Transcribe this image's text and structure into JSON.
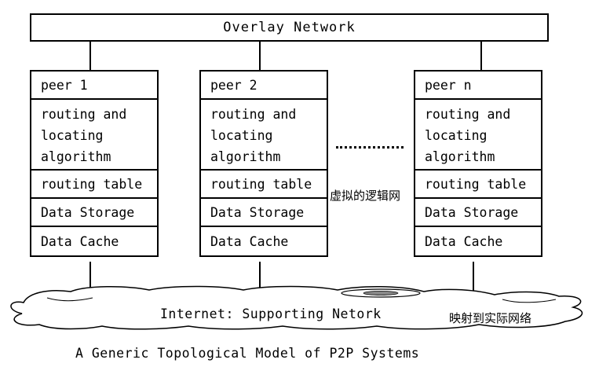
{
  "overlay": {
    "label": "Overlay Network"
  },
  "peers": [
    {
      "title": "peer 1",
      "algo": "routing and locating algorithm",
      "routing_table": "routing table",
      "storage": "Data Storage",
      "cache": "Data Cache"
    },
    {
      "title": "peer 2",
      "algo": "routing and locating algorithm",
      "routing_table": "routing table",
      "storage": "Data Storage",
      "cache": "Data Cache"
    },
    {
      "title": "peer n",
      "algo": "routing and locating algorithm",
      "routing_table": "routing table",
      "storage": "Data Storage",
      "cache": "Data Cache"
    }
  ],
  "labels": {
    "virtual_network": "虚拟的逻辑网",
    "mapping": "映射到实际网络"
  },
  "internet": {
    "label": "Internet: Supporting Netork"
  },
  "caption": "A Generic Topological Model of P2P Systems"
}
